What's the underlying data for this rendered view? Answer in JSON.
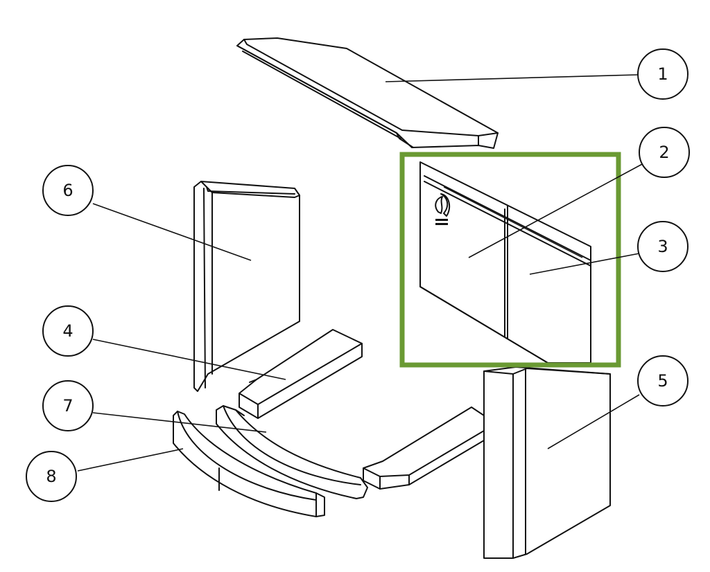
{
  "highlight_color": "#6a9a33",
  "callouts": [
    {
      "label": "1"
    },
    {
      "label": "2"
    },
    {
      "label": "3"
    },
    {
      "label": "4"
    },
    {
      "label": "5"
    },
    {
      "label": "6"
    },
    {
      "label": "7"
    },
    {
      "label": "8"
    }
  ],
  "icons": [
    "flame-logo-icon"
  ]
}
